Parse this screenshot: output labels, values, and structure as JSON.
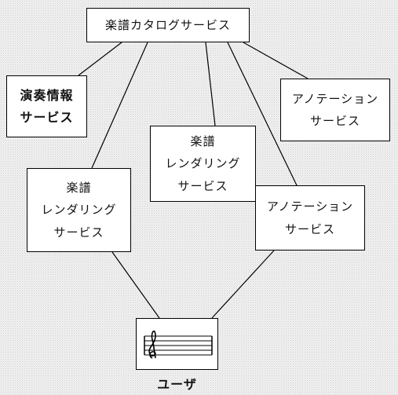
{
  "nodes": {
    "catalog": "楽譜カタログサービス",
    "performance": [
      "演奏情報",
      "サービス"
    ],
    "annotation_top": [
      "アノテーション",
      "サービス"
    ],
    "rendering_center": [
      "楽譜",
      "レンダリング",
      "サービス"
    ],
    "rendering_left": [
      "楽譜",
      "レンダリング",
      "サービス"
    ],
    "annotation_mid": [
      "アノテーション",
      "サービス"
    ],
    "user": "ユーザ"
  },
  "icons": {
    "user": "music-score-icon"
  }
}
